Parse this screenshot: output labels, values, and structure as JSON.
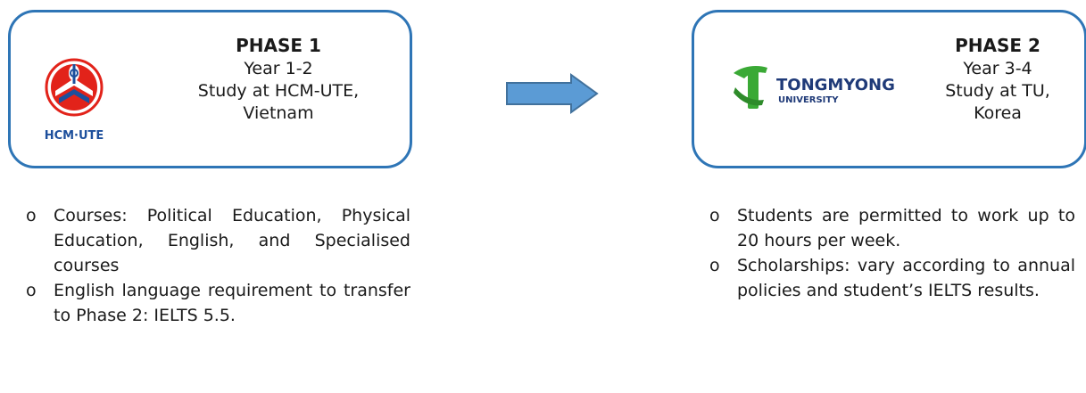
{
  "colors": {
    "box_border": "#2e75b6",
    "arrow_fill": "#5b9bd5",
    "arrow_stroke": "#41719c",
    "hcm_logo_red": "#e2231a",
    "hcm_logo_blue": "#1d4f9c",
    "tu_logo_green": "#3aa935",
    "tu_logo_text": "#1f3a78"
  },
  "icons": {
    "arrow": "right-arrow",
    "hcm_logo": "hcm-ute-logo",
    "tu_logo": "tongmyong-university-logo"
  },
  "phase1": {
    "title": "PHASE 1",
    "years": "Year 1-2",
    "study_line1": "Study at HCM-UTE,",
    "study_line2": "Vietnam",
    "logo_text": "HCM·UTE",
    "bullets": [
      "Courses: Political Education, Physical Education, English, and Specialised courses",
      "English language requirement to transfer to Phase 2: IELTS 5.5."
    ]
  },
  "phase2": {
    "title": "PHASE 2",
    "years": "Year 3-4",
    "study_line1": "Study at TU,",
    "study_line2": "Korea",
    "logo_name": "TONGMYONG",
    "logo_sub": "UNIVERSITY",
    "bullets": [
      "Students are permitted to work up to 20 hours per week.",
      "Scholarships: vary according to annual policies and student’s IELTS results."
    ]
  },
  "bullet_symbol": "o"
}
